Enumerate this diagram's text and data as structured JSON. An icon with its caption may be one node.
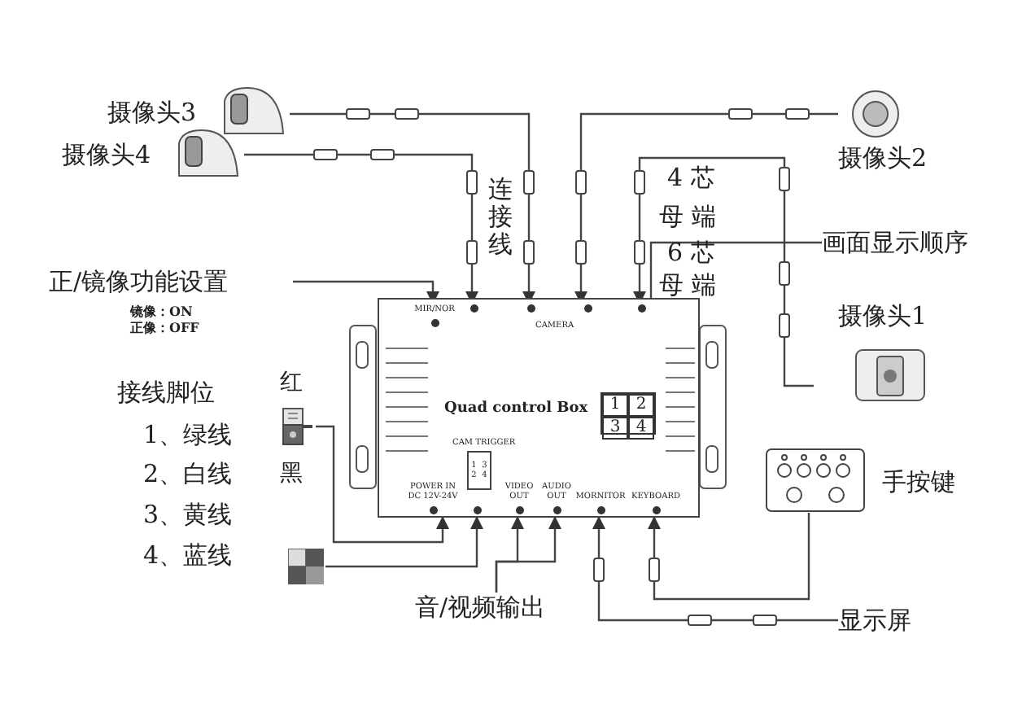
{
  "diagram": {
    "nodes": [
      {
        "text": [
          "Quad control Box"
        ]
      },
      {
        "text": [
          "MIR/NOR"
        ],
        "in": 0
      },
      {
        "text": [
          "CAMERA"
        ],
        "in": 0
      },
      {
        "text": [
          "POWER IN DC 12V-24V"
        ],
        "in": 0
      },
      {
        "text": [
          "CAM TRIGGER",
          "1",
          "3",
          "2",
          "4"
        ],
        "in": 0
      },
      {
        "text": [
          "VIDEO OUT"
        ],
        "in": 0
      },
      {
        "text": [
          "AUDIO OUT"
        ],
        "in": 0
      },
      {
        "text": [
          "MORNITOR"
        ],
        "in": 0
      },
      {
        "text": [
          "KEYBOARD"
        ],
        "in": 0
      },
      {
        "text": [
          "1",
          "2",
          "3",
          "4"
        ],
        "in": 0
      },
      {
        "text": [
          "摄像头3"
        ]
      },
      {
        "text": [
          "摄像头4"
        ]
      },
      {
        "text": [
          "摄像头2"
        ]
      },
      {
        "text": [
          "摄像头1"
        ]
      },
      {
        "text": [
          "手按键"
        ]
      },
      {
        "text": [
          "正/镜像功能设置",
          "镜像：ON",
          "正像：OFF"
        ]
      },
      {
        "text": [
          "画面显示顺序"
        ]
      },
      {
        "text": [],
        "shape": "picture",
        "beside": [
          "红",
          "黑"
        ]
      },
      {
        "text": [],
        "shape": "picture"
      },
      {
        "text": [
          "音/视频输出"
        ]
      },
      {
        "text": [
          "显示屏"
        ]
      }
    ],
    "edges": [
      {
        "from": 10,
        "to": 2,
        "arrow": "to"
      },
      {
        "from": 11,
        "to": 2,
        "arrow": "to"
      },
      {
        "from": 12,
        "to": 2,
        "arrow": "to"
      },
      {
        "from": 13,
        "to": 2,
        "arrow": "to"
      },
      {
        "from": 15,
        "to": 1,
        "arrow": "to"
      },
      {
        "from": 16,
        "to": 9,
        "arrow": "to"
      },
      {
        "from": 17,
        "to": 3,
        "arrow": "to"
      },
      {
        "from": 18,
        "to": 4,
        "arrow": "to"
      },
      {
        "from": 19,
        "to": 5,
        "arrow": "to"
      },
      {
        "from": 19,
        "to": 6,
        "arrow": "to"
      },
      {
        "from": 20,
        "to": 7,
        "arrow": "to"
      },
      {
        "from": 14,
        "to": 8,
        "arrow": "to"
      }
    ],
    "labels": [
      "连接线",
      "4 芯",
      "母 端",
      "6 芯",
      "母 端",
      "接线脚位",
      "1、绿线",
      "2、白线",
      "3、黄线",
      "4、蓝线"
    ]
  }
}
